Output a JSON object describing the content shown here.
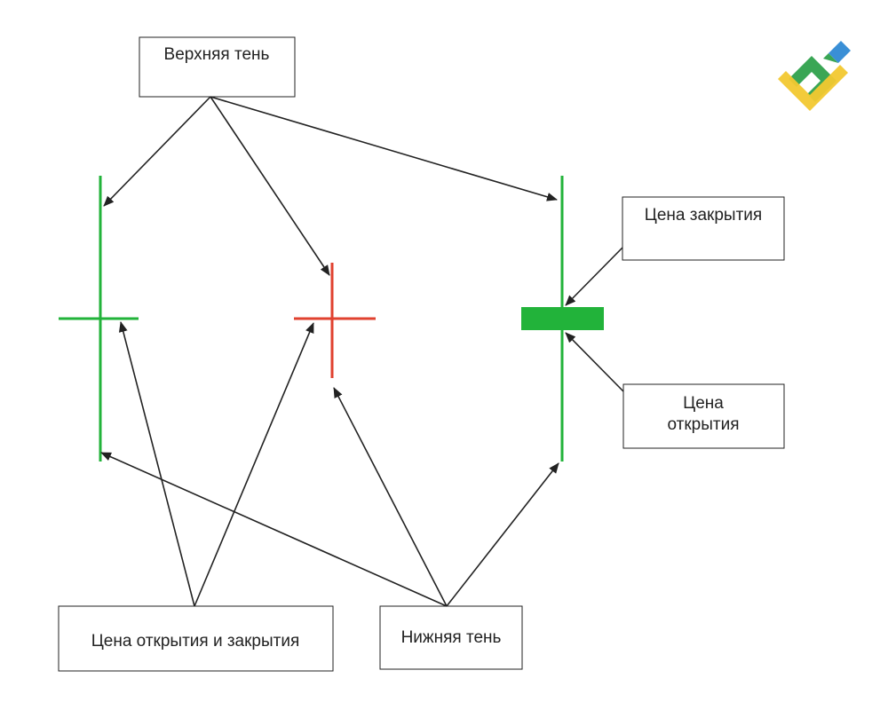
{
  "labels": {
    "upper_shadow": "Верхняя тень",
    "close_price": "Цена закрытия",
    "open_price_line1": "Цена",
    "open_price_line2": "открытия",
    "open_close_price": "Цена открытия и закрытия",
    "lower_shadow": "Нижняя тень"
  },
  "colors": {
    "bullish": "#22b33a",
    "bearish": "#e0412f",
    "arrow": "#222222",
    "box_border": "#222222",
    "logo_green": "#3aa655",
    "logo_yellow": "#f2c830",
    "logo_blue": "#3a8fd6"
  },
  "icons": {
    "logo": "brand-logo-icon"
  }
}
